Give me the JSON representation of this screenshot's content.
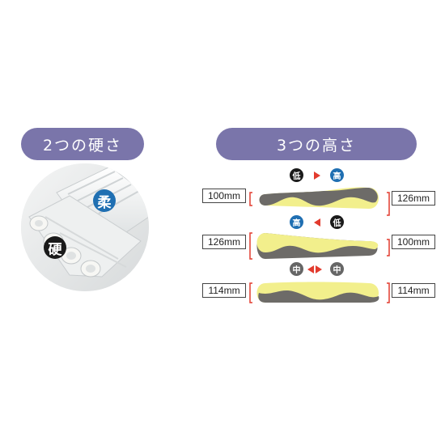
{
  "left_section": {
    "title": "2つの硬さ",
    "badge_soft": "柔",
    "badge_hard": "硬"
  },
  "right_section": {
    "title": "3つの高さ",
    "rows": [
      {
        "left_mm": "100mm",
        "right_mm": "126mm",
        "left_label": "低",
        "right_label": "高",
        "left_color": "#1a1a1a",
        "right_color": "#1f6fb2"
      },
      {
        "left_mm": "126mm",
        "right_mm": "100mm",
        "left_label": "高",
        "right_label": "低",
        "left_color": "#1f6fb2",
        "right_color": "#1a1a1a"
      },
      {
        "left_mm": "114mm",
        "right_mm": "114mm",
        "left_label": "中",
        "right_label": "中",
        "left_color": "#666666",
        "right_color": "#666666"
      }
    ]
  },
  "colors": {
    "pill": "#7a75aa",
    "foam_yellow": "#f2ef8c",
    "foam_gray": "#6d6b68",
    "arrow_red": "#e23b2e",
    "bracket": "#e23b2e"
  }
}
